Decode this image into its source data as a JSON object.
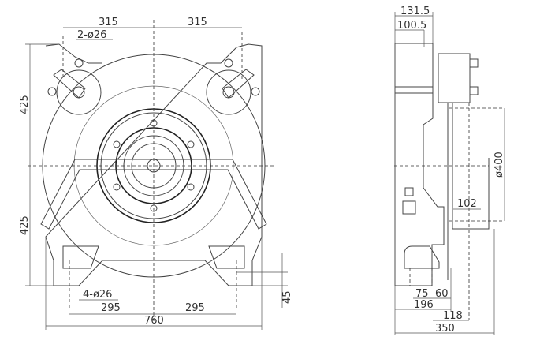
{
  "front_view": {
    "dim_top_left": "315",
    "dim_top_right": "315",
    "hole_top": "2-ø26",
    "dim_height_upper": "425",
    "dim_height_lower": "425",
    "hole_bottom": "4-ø26",
    "dim_bottom_left": "295",
    "dim_bottom_right": "295",
    "dim_width": "760",
    "dim_base": "45"
  },
  "side_view": {
    "dim_131": "131.5",
    "dim_100": "100.5",
    "dim_dia": "ø400",
    "dim_102": "102",
    "dim_75": "75",
    "dim_60": "60",
    "dim_196": "196",
    "dim_118": "118",
    "dim_350": "350"
  }
}
